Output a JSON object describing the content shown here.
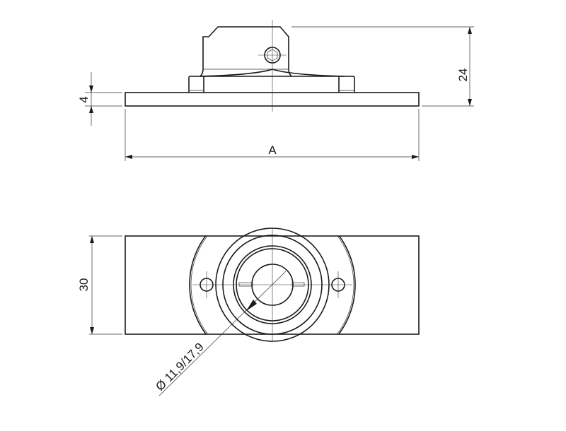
{
  "drawing": {
    "type": "technical-drawing",
    "views": [
      "side-view",
      "top-view"
    ],
    "line_color": "#1a1a1a",
    "background": "#ffffff"
  },
  "side_view": {
    "dimensions": {
      "plate_thickness": "4",
      "total_height": "24",
      "width": "A"
    }
  },
  "top_view": {
    "dimensions": {
      "depth": "30",
      "diameter": "Ø 11,9/17,9"
    }
  }
}
